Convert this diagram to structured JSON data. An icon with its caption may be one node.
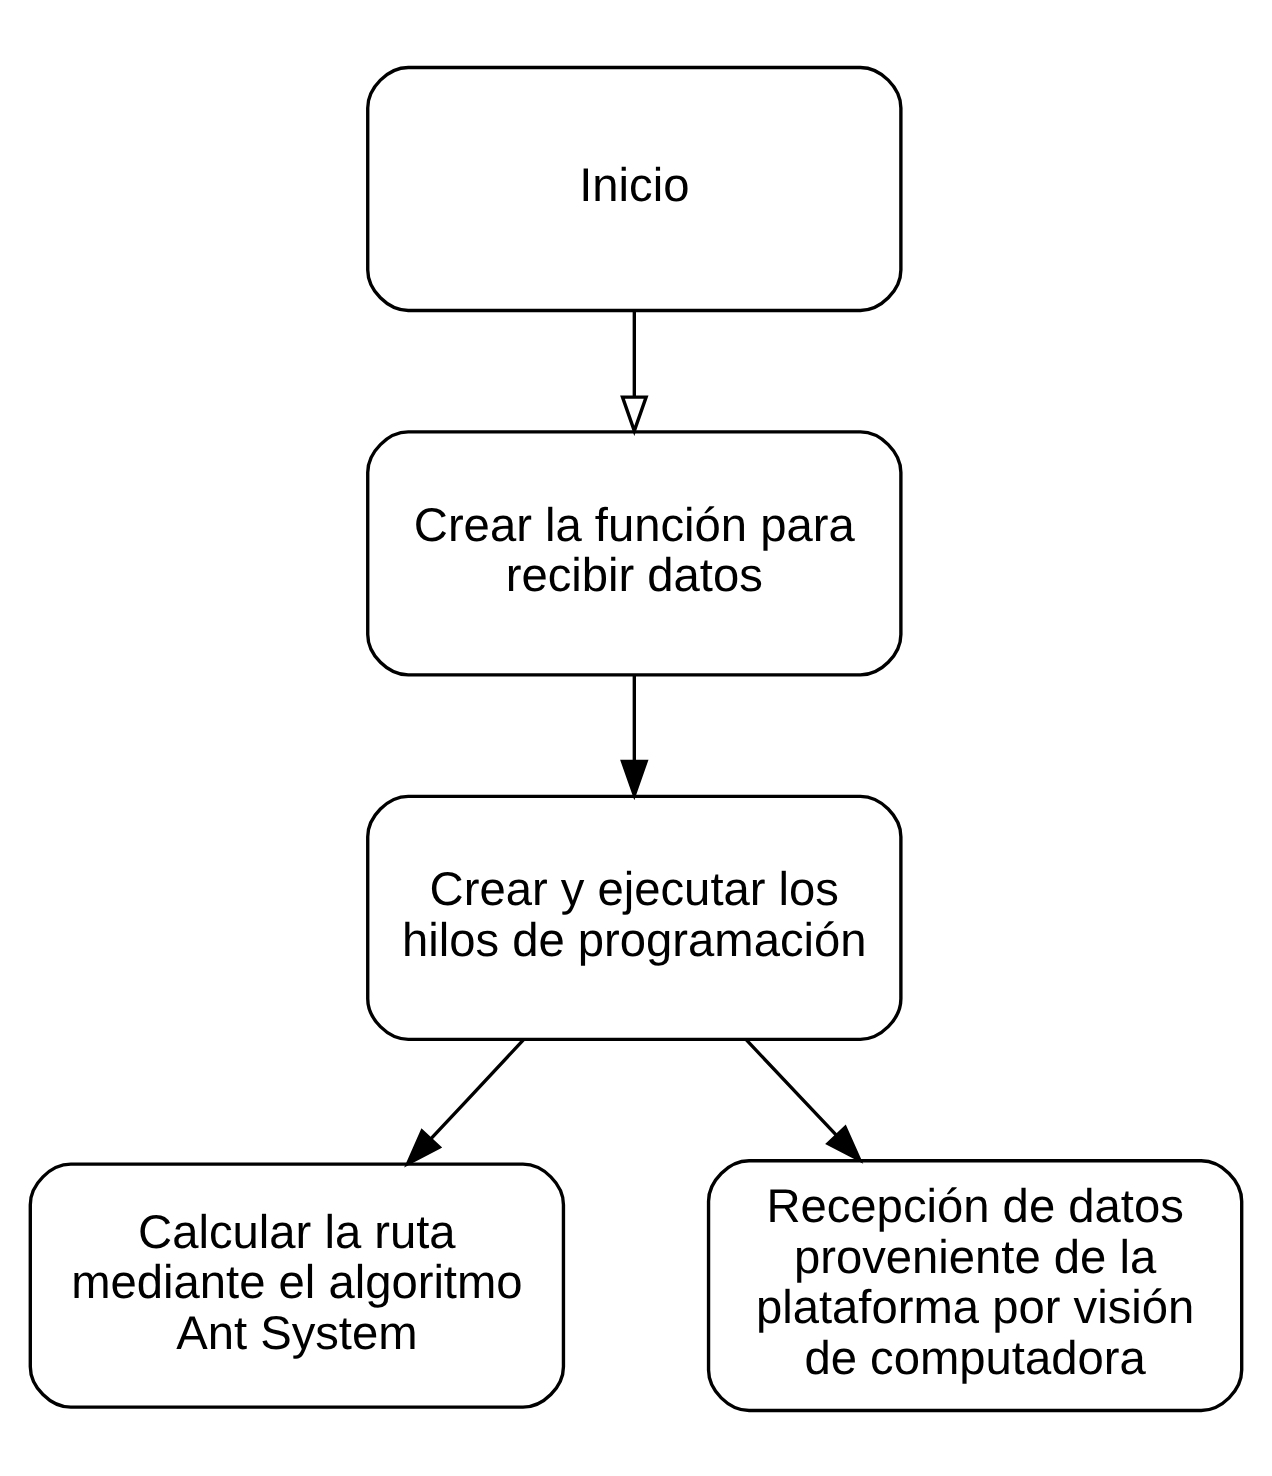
{
  "diagram": {
    "nodes": [
      {
        "text": [
          "Inicio"
        ]
      },
      {
        "text": [
          "Crear la función para recibir datos"
        ]
      },
      {
        "text": [
          "Crear y ejecutar los hilos de programación"
        ]
      },
      {
        "text": [
          "Calcular la ruta mediante el algoritmo Ant System"
        ]
      },
      {
        "text": [
          "Recepción de datos proveniente de la plataforma por visión de computadora"
        ]
      }
    ],
    "edges": [
      {
        "from": 0,
        "to": 1,
        "arrow": "to"
      },
      {
        "from": 1,
        "to": 2,
        "arrow": "to"
      },
      {
        "from": 2,
        "to": 3,
        "arrow": "to"
      },
      {
        "from": 2,
        "to": 4,
        "arrow": "to"
      }
    ]
  }
}
